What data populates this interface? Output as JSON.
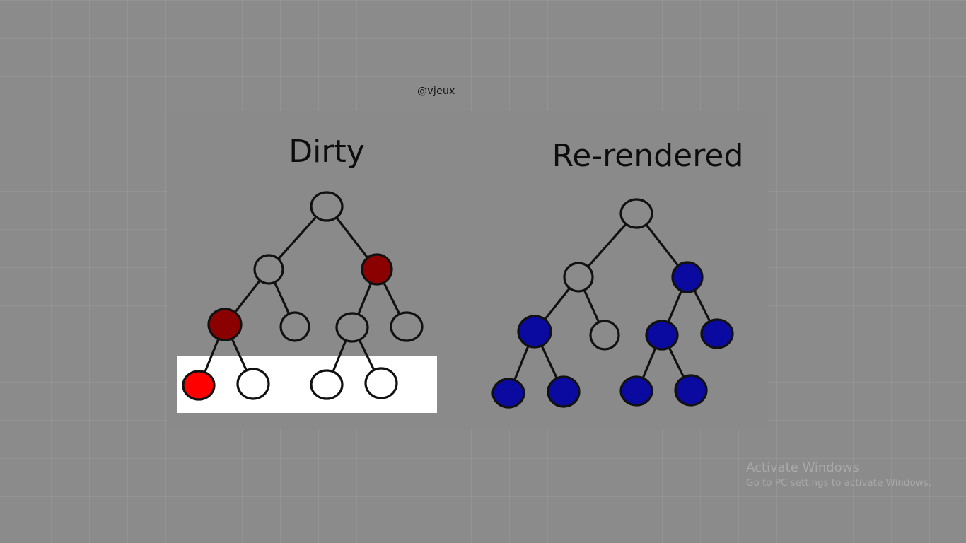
{
  "author": "@vjeux",
  "trees": {
    "dirty": {
      "title": "Dirty",
      "node_colors": [
        "#8b8b8b",
        "#8b8b8b",
        "#8b0000",
        "#8b0000",
        "#8b8b8b",
        "#8b8b8b",
        "#8b8b8b",
        "#ff0000",
        "#ffffff",
        "#ffffff",
        "#ffffff"
      ]
    },
    "rerendered": {
      "title": "Re-rendered",
      "node_colors": [
        "#8b8b8b",
        "#8b8b8b",
        "#0a0aa0",
        "#0a0aa0",
        "#8b8b8b",
        "#0a0aa0",
        "#0a0aa0",
        "#0a0aa0",
        "#0a0aa0",
        "#0a0aa0",
        "#0a0aa0"
      ]
    }
  },
  "highlight_color": "#ffffff",
  "edge_color": "#111111",
  "watermark": {
    "title": "Activate Windows",
    "subtitle": "Go to PC settings to activate Windows."
  }
}
